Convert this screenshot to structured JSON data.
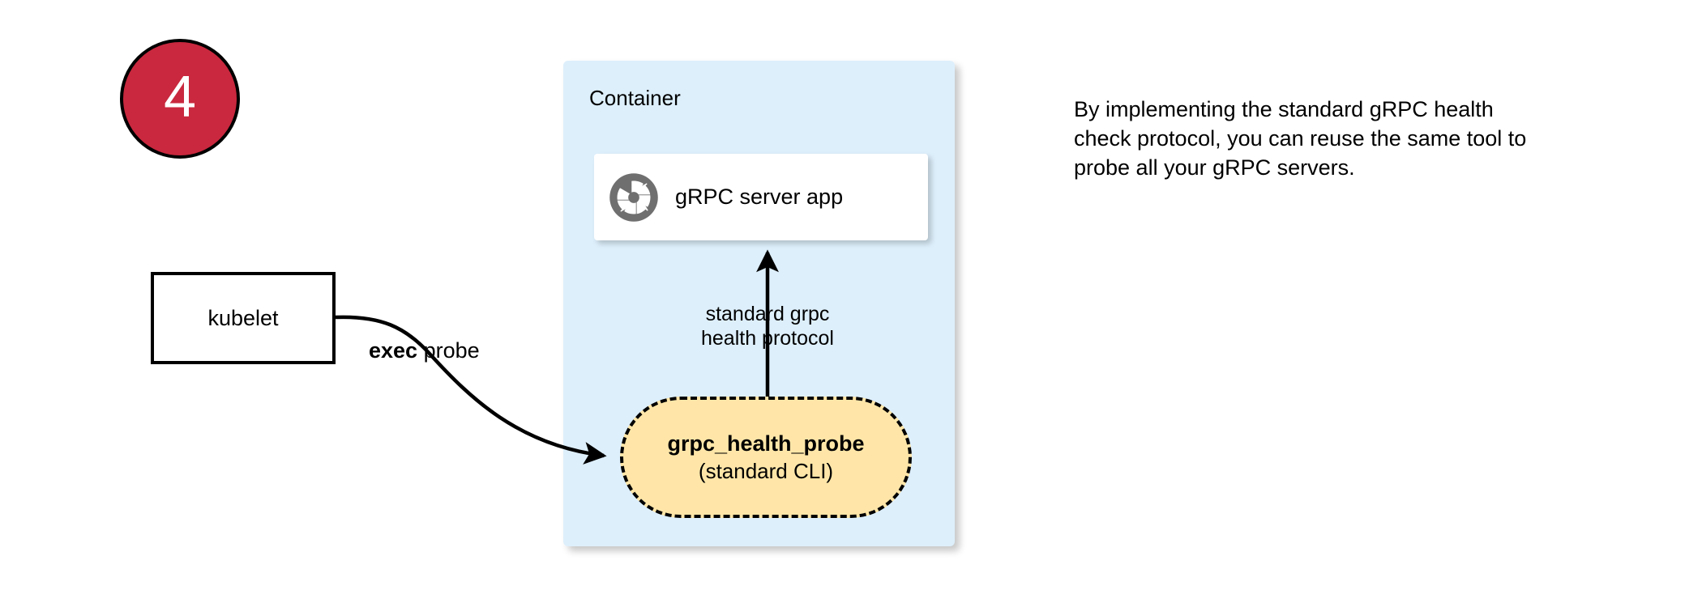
{
  "step": {
    "number": "4",
    "circle_color": "#c9283e",
    "text_color": "#ffffff"
  },
  "container": {
    "label": "Container",
    "fill_color": "#ddeffb"
  },
  "grpc_server": {
    "icon": "grpc-aperture-logo-icon",
    "icon_color": "#6f6f6f",
    "label": "gRPC server app",
    "fill_color": "#ffffff"
  },
  "health_probe": {
    "title": "grpc_health_probe",
    "subtitle": "(standard CLI)",
    "fill_color": "#ffe6a8",
    "border_style": "dashed"
  },
  "kubelet": {
    "label": "kubelet"
  },
  "edges": {
    "exec_probe": {
      "label_bold": "exec",
      "label_rest": " probe"
    },
    "protocol": {
      "line1": "standard grpc",
      "line2": "health protocol"
    }
  },
  "side_note": {
    "text": "By implementing the standard gRPC health check protocol, you can reuse the same tool to probe all your gRPC servers."
  }
}
